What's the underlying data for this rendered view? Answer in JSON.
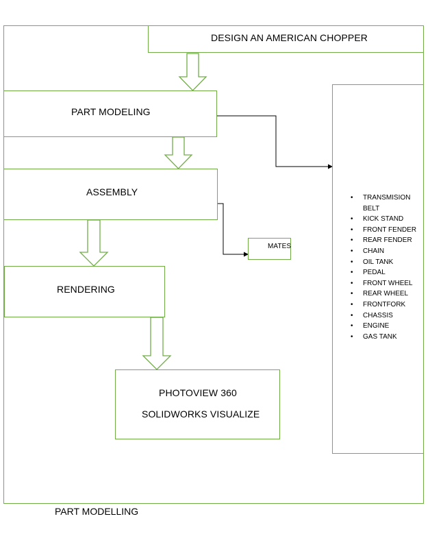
{
  "title": "DESIGN AN AMERICAN CHOPPER",
  "steps": {
    "part_modeling": "PART MODELING",
    "assembly": "ASSEMBLY",
    "rendering": "RENDERING",
    "mates": "MATES",
    "tools": [
      "PHOTOVIEW 360",
      "SOLIDWORKS VISUALIZE"
    ]
  },
  "parts": [
    "TRANSMISION BELT",
    "KICK STAND",
    "FRONT FENDER",
    "REAR FENDER",
    "CHAIN",
    "OIL TANK",
    "PEDAL",
    "FRONT WHEEL",
    "REAR WHEEL",
    "FRONTFORK",
    "CHASSIS",
    "ENGINE",
    "GAS TANK"
  ],
  "caption": "PART MODELLING",
  "colors": {
    "border": "#70ad47",
    "connector": "#000000"
  }
}
